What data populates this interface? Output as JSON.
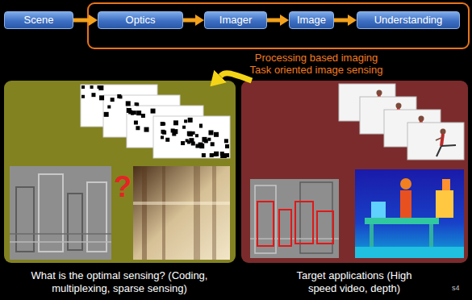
{
  "diagram": {
    "nodes": [
      {
        "text": [
          "Scene"
        ]
      },
      {
        "text": [
          "Processing based imaging",
          "Task oriented image sensing"
        ]
      },
      {
        "text": [
          "Optics"
        ],
        "in": 1
      },
      {
        "text": [
          "Imager"
        ],
        "in": 1
      },
      {
        "text": [
          "Image"
        ],
        "in": 1
      },
      {
        "text": [
          "Understanding"
        ],
        "in": 1
      },
      {
        "text": [
          "What is the optimal sensing? (Coding, multiplexing, sparse sensing)"
        ]
      },
      {
        "text": [
          "Target applications (High speed video, depth)"
        ]
      }
    ],
    "edges": [
      {
        "from": 0,
        "to": 2,
        "arrow": "to"
      },
      {
        "from": 2,
        "to": 3,
        "arrow": "to"
      },
      {
        "from": 3,
        "to": 4,
        "arrow": "to"
      },
      {
        "from": 4,
        "to": 5,
        "arrow": "to"
      },
      {
        "from": 7,
        "to": 6,
        "arrow": "to"
      }
    ],
    "labels": [
      "?",
      "s4"
    ]
  }
}
